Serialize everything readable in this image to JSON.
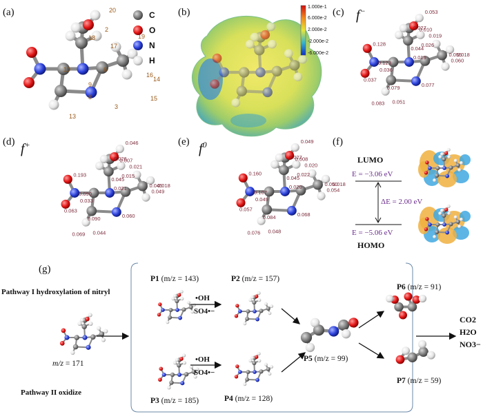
{
  "panels": {
    "a": "(a)",
    "b": "(b)",
    "c": "(c)",
    "d": "(d)",
    "e": "(e)",
    "f": "(f)",
    "g": "(g)"
  },
  "legend": [
    {
      "symbol": "C",
      "color": "#6b6b6b"
    },
    {
      "symbol": "O",
      "color": "#e01414"
    },
    {
      "symbol": "N",
      "color": "#2a3fd8"
    },
    {
      "symbol": "H",
      "color": "#f2f2f2"
    }
  ],
  "atom_numbers": [
    "20",
    "18",
    "2",
    "17",
    "19",
    "10",
    "6",
    "8",
    "16",
    "14",
    "9",
    "3",
    "15",
    "13"
  ],
  "colorbar": {
    "ticks": [
      "1.000e-1",
      "6.000e-2",
      "2.000e-2",
      "-2.000e-2",
      "-6.000e-2"
    ]
  },
  "fukui": {
    "f_minus": {
      "label": "f",
      "sup": "−",
      "values": [
        "0.053",
        "0.027",
        "0.010",
        "0.026",
        "0.044",
        "0.019",
        "0.128",
        "0.019",
        "0.123",
        "0.037",
        "0.036",
        "0.060",
        "0.055",
        "0.018",
        "0.079",
        "0.077",
        "0.051",
        "0.083"
      ]
    },
    "f_plus": {
      "label": "f",
      "sup": "+",
      "values": [
        "0.046",
        "0.026",
        "0.007",
        "0.015",
        "0.045",
        "0.021",
        "0.193",
        "0.021",
        "0.090",
        "0.063",
        "0.033",
        "0.049",
        "0.045",
        "0.018",
        "0.090",
        "0.060",
        "0.044",
        "0.069"
      ]
    },
    "f_zero": {
      "label": "f",
      "sup": "0",
      "values": [
        "0.049",
        "0.027",
        "0.008",
        "0.022",
        "0.045",
        "0.020",
        "0.160",
        "0.020",
        "0.107",
        "0.057",
        "0.049",
        "0.054",
        "0.050",
        "0.018",
        "0.084",
        "0.068",
        "0.048",
        "0.076"
      ]
    }
  },
  "orbitals": {
    "lumo": "LUMO",
    "homo": "HOMO",
    "lumo_energy": "E = −3.06 eV",
    "homo_energy": "E = −5.06 eV",
    "gap": "ΔE = 2.00 eV"
  },
  "pathways": {
    "pathway1": "Pathway I hydroxylation of nitryl",
    "pathway2": "Pathway II oxidize",
    "parent": "m/z = 171",
    "reagent_top": "•OH",
    "reagent_bottom": "SO4•−",
    "products": {
      "P1": {
        "name": "P1",
        "mz": "(m/z = 143)"
      },
      "P2": {
        "name": "P2",
        "mz": "(m/z = 157)"
      },
      "P3": {
        "name": "P3",
        "mz": "(m/z = 185)"
      },
      "P4": {
        "name": "P4",
        "mz": "(m/z = 128)"
      },
      "P5": {
        "name": "P5",
        "mz": "(m/z = 99)"
      },
      "P6": {
        "name": "P6",
        "mz": "(m/z = 91)"
      },
      "P7": {
        "name": "P7",
        "mz": "(m/z = 59)"
      }
    },
    "final": [
      "CO2",
      "H2O",
      "NO3−"
    ]
  }
}
